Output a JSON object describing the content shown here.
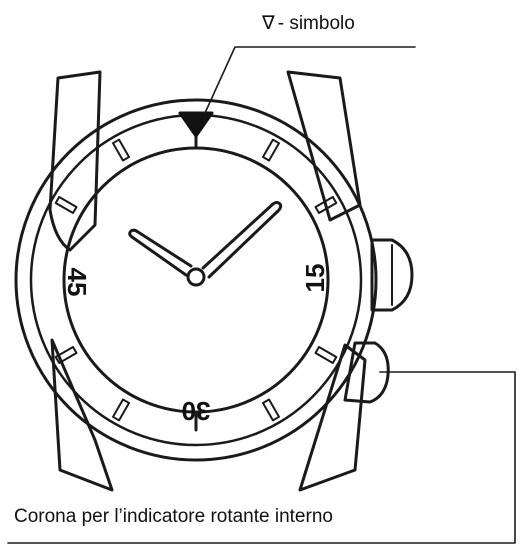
{
  "labels": {
    "top_symbol": "∇",
    "top_text": "- simbolo",
    "bottom_text": "Corona per l’indicatore rotante interno"
  },
  "bezel_numerals": {
    "left": "45",
    "right": "15",
    "bottom": "30"
  },
  "colors": {
    "line": "#1a1a1a",
    "background": "#ffffff"
  }
}
